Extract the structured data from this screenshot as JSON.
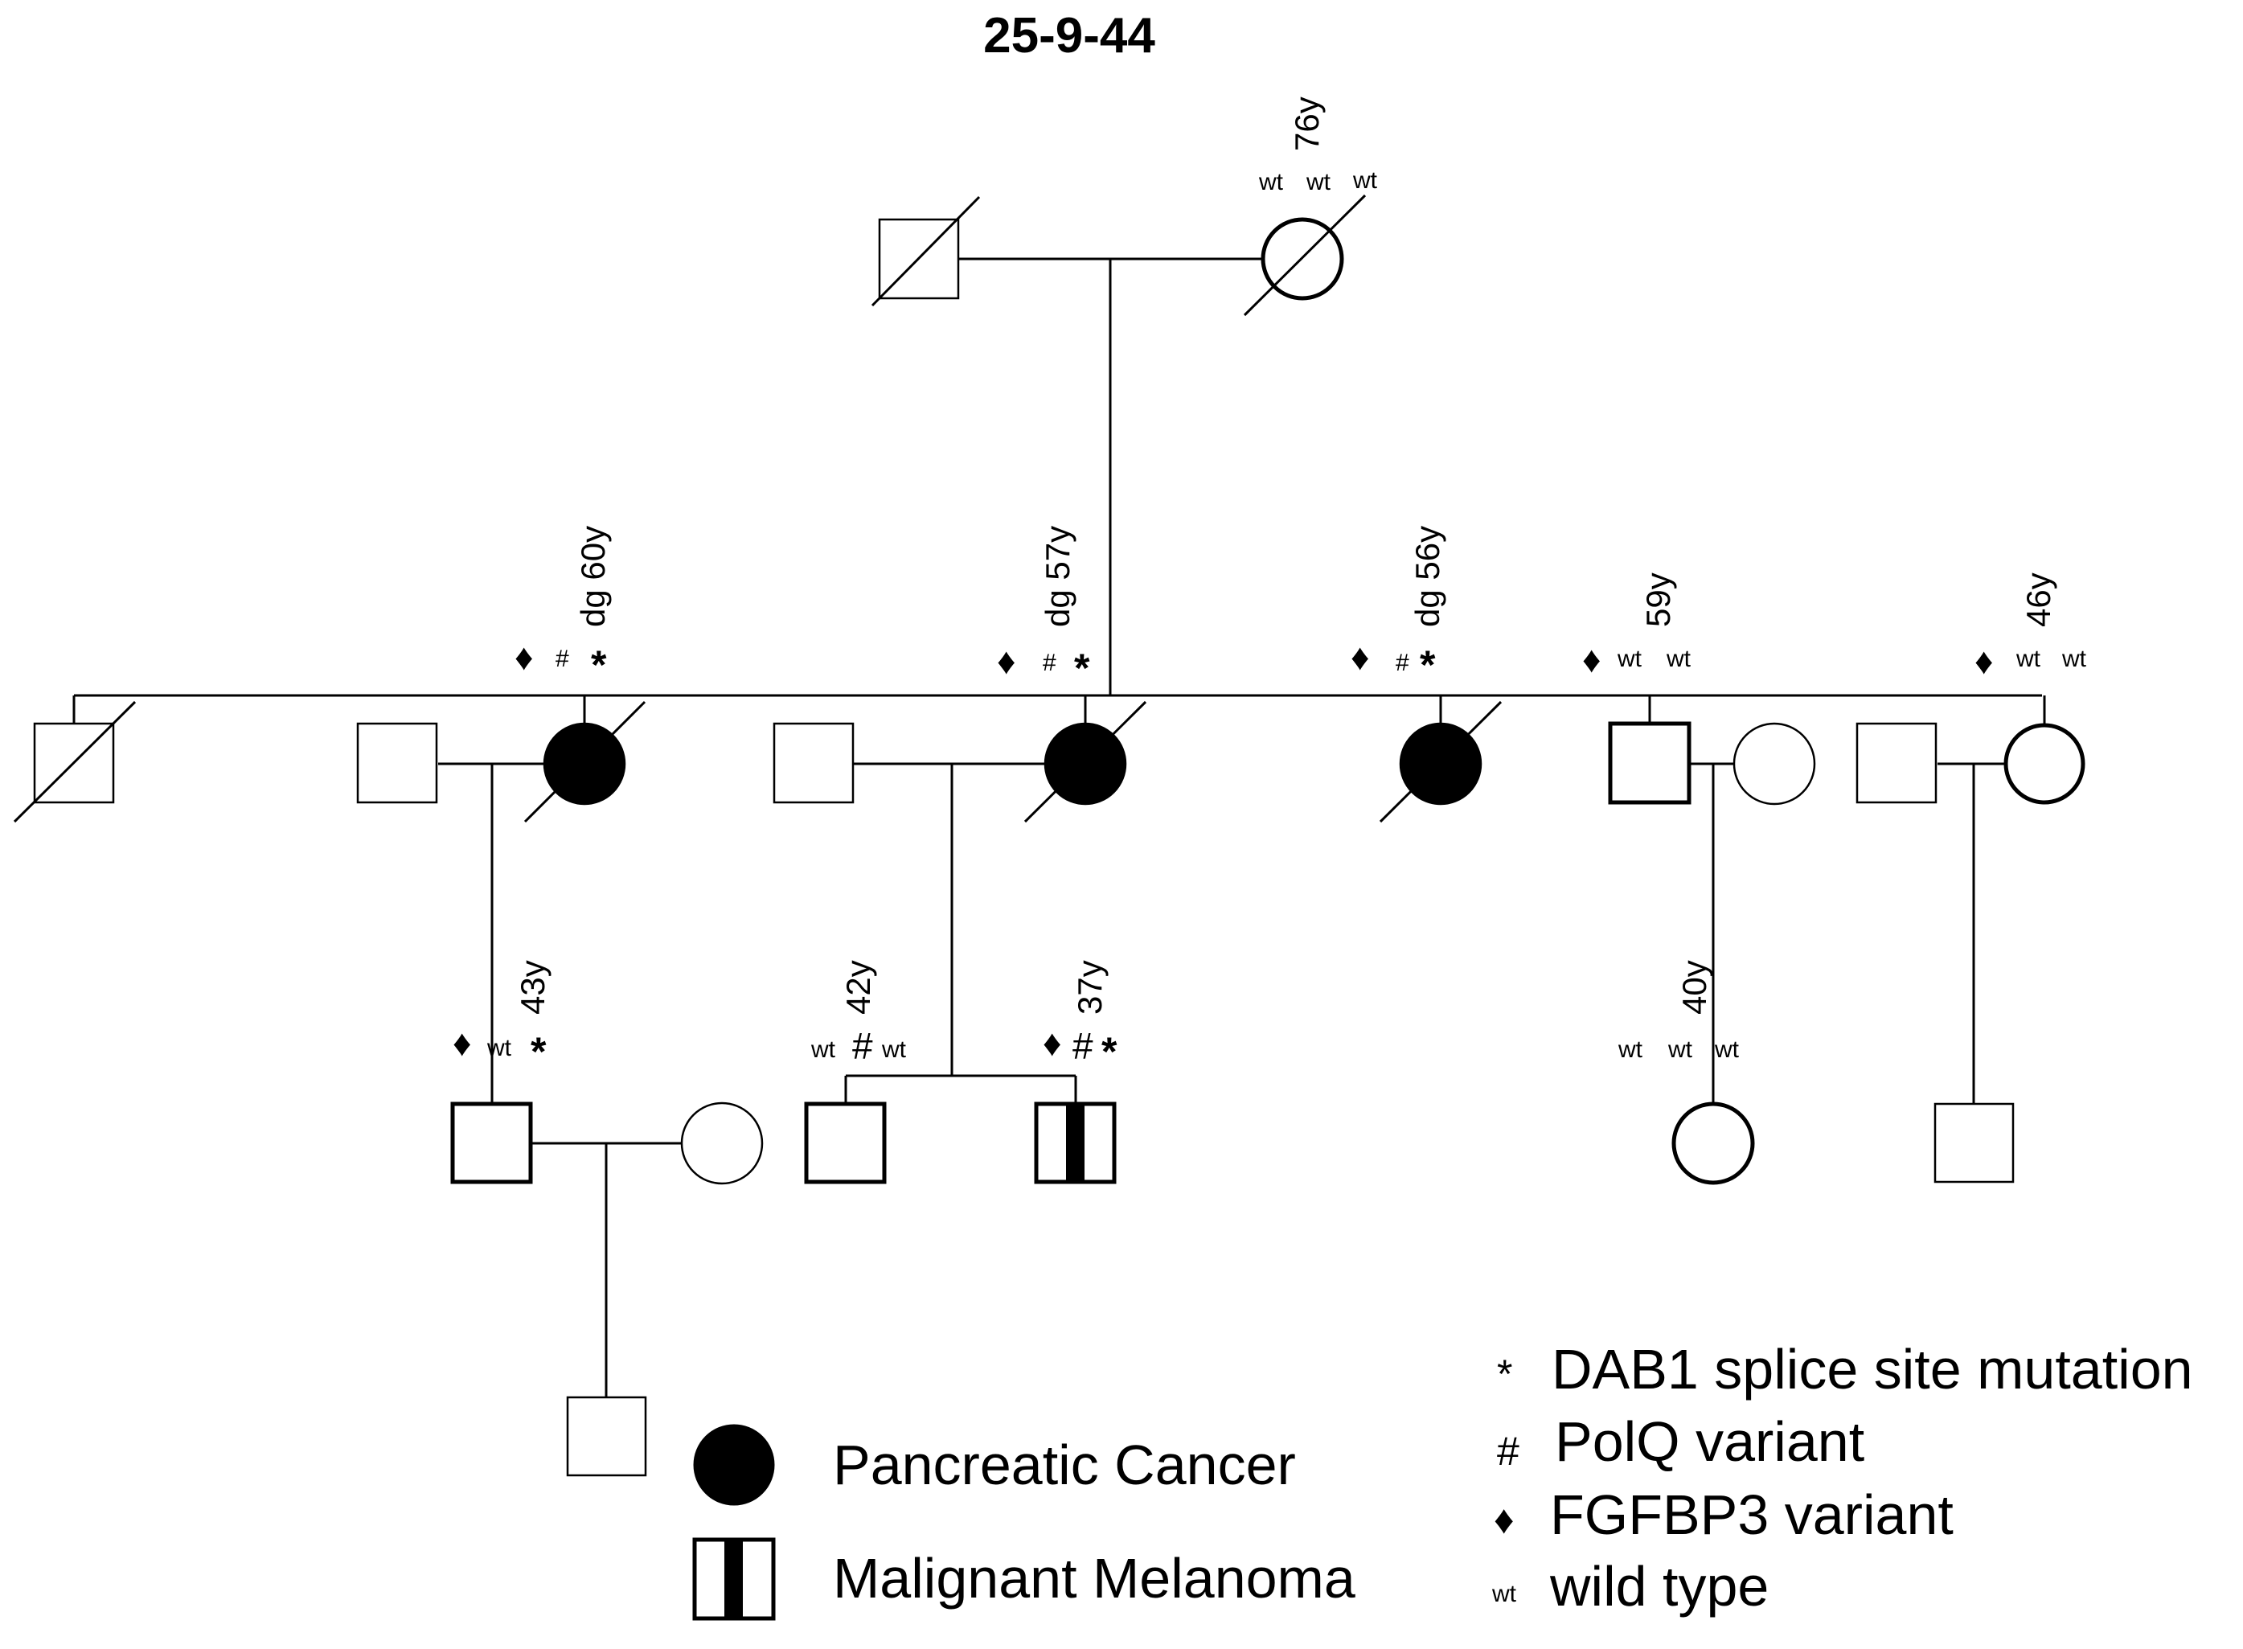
{
  "title": "25-9-44",
  "individuals": {
    "gf": {
      "sex": "male",
      "deceased": true,
      "status": "unaffected"
    },
    "gm": {
      "sex": "female",
      "deceased": true,
      "status": "unaffected",
      "age": "76y",
      "genotype": [
        "wt",
        "wt",
        "wt"
      ]
    },
    "u1": {
      "sex": "male",
      "deceased": true,
      "status": "unaffected"
    },
    "p1": {
      "sex": "male",
      "deceased": false,
      "status": "unaffected"
    },
    "a1": {
      "sex": "female",
      "deceased": true,
      "status": "pancreatic-cancer",
      "age": "dg 60y",
      "genotype": [
        "♦",
        "#",
        "*"
      ]
    },
    "p2": {
      "sex": "male",
      "deceased": false,
      "status": "unaffected"
    },
    "a2": {
      "sex": "female",
      "deceased": true,
      "status": "pancreatic-cancer",
      "age": "dg 57y",
      "genotype": [
        "♦",
        "#",
        "*"
      ]
    },
    "a3": {
      "sex": "female",
      "deceased": true,
      "status": "pancreatic-cancer",
      "age": "dg 56y",
      "genotype": [
        "♦",
        "#",
        "*"
      ]
    },
    "u4": {
      "sex": "male",
      "deceased": false,
      "status": "unaffected",
      "age": "59y",
      "genotype": [
        "♦",
        "wt",
        "wt"
      ]
    },
    "s4": {
      "sex": "female",
      "deceased": false,
      "status": "unaffected"
    },
    "s5": {
      "sex": "male",
      "deceased": false,
      "status": "unaffected"
    },
    "a5": {
      "sex": "female",
      "deceased": false,
      "status": "unaffected",
      "age": "46y",
      "genotype": [
        "♦",
        "wt",
        "wt"
      ]
    },
    "c1": {
      "sex": "male",
      "deceased": false,
      "status": "unaffected",
      "age": "43y",
      "genotype": [
        "♦",
        "wt",
        "*"
      ]
    },
    "c1w": {
      "sex": "female",
      "deceased": false,
      "status": "unaffected"
    },
    "c2": {
      "sex": "male",
      "deceased": false,
      "status": "unaffected",
      "age": "42y",
      "genotype": [
        "wt",
        "#",
        "wt"
      ]
    },
    "c3": {
      "sex": "male",
      "deceased": false,
      "status": "malignant-melanoma",
      "age": "37y",
      "genotype": [
        "♦",
        "#",
        "*"
      ]
    },
    "c4": {
      "sex": "female",
      "deceased": false,
      "status": "unaffected",
      "age": "40y",
      "genotype": [
        "wt",
        "wt",
        "wt"
      ]
    },
    "c5": {
      "sex": "male",
      "deceased": false,
      "status": "unaffected"
    },
    "gc": {
      "sex": "male",
      "deceased": false,
      "status": "unaffected"
    }
  },
  "legend": {
    "phenotypes": [
      {
        "symbol": "filled-circle",
        "label": "Pancreatic Cancer"
      },
      {
        "symbol": "striped-square",
        "label": "Malignant Melanoma"
      }
    ],
    "markers": [
      {
        "symbol": "*",
        "label": "DAB1 splice site mutation"
      },
      {
        "symbol": "#",
        "label": "PolQ variant"
      },
      {
        "symbol": "♦",
        "label": "FGFBP3 variant"
      },
      {
        "symbol": "wt",
        "label": "wild type"
      }
    ]
  }
}
